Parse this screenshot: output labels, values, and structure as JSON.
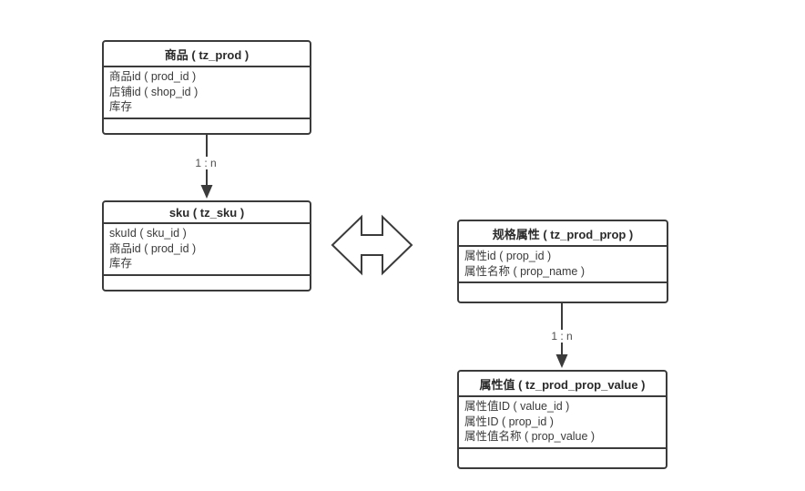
{
  "colors": {
    "background": "#ffffff",
    "line": "#3b3b3b",
    "text": "#333333",
    "relationship_label": "#4d4d4d"
  },
  "entities": [
    {
      "key": "prod",
      "title": "商品 ( tz_prod )",
      "fields": [
        "商品id ( prod_id )",
        "店铺id ( shop_id )",
        "库存"
      ]
    },
    {
      "key": "sku",
      "title": "sku ( tz_sku )",
      "fields": [
        "skuId ( sku_id )",
        "商品id ( prod_id )",
        "库存"
      ]
    },
    {
      "key": "prod_prop",
      "title": "规格属性 ( tz_prod_prop )",
      "fields": [
        "属性id ( prop_id )",
        "属性名称 ( prop_name )"
      ]
    },
    {
      "key": "prod_prop_value",
      "title": "属性值 ( tz_prod_prop_value )",
      "fields": [
        "属性值ID ( value_id )",
        "属性ID ( prop_id )",
        "属性值名称 ( prop_value )"
      ]
    }
  ],
  "relationships": [
    {
      "from": "prod",
      "to": "sku",
      "label": "1 : n"
    },
    {
      "from": "prod_prop",
      "to": "prod_prop_value",
      "label": "1 : n"
    }
  ],
  "icons": {
    "bidirectional_arrow": "left-right-double-arrow"
  }
}
